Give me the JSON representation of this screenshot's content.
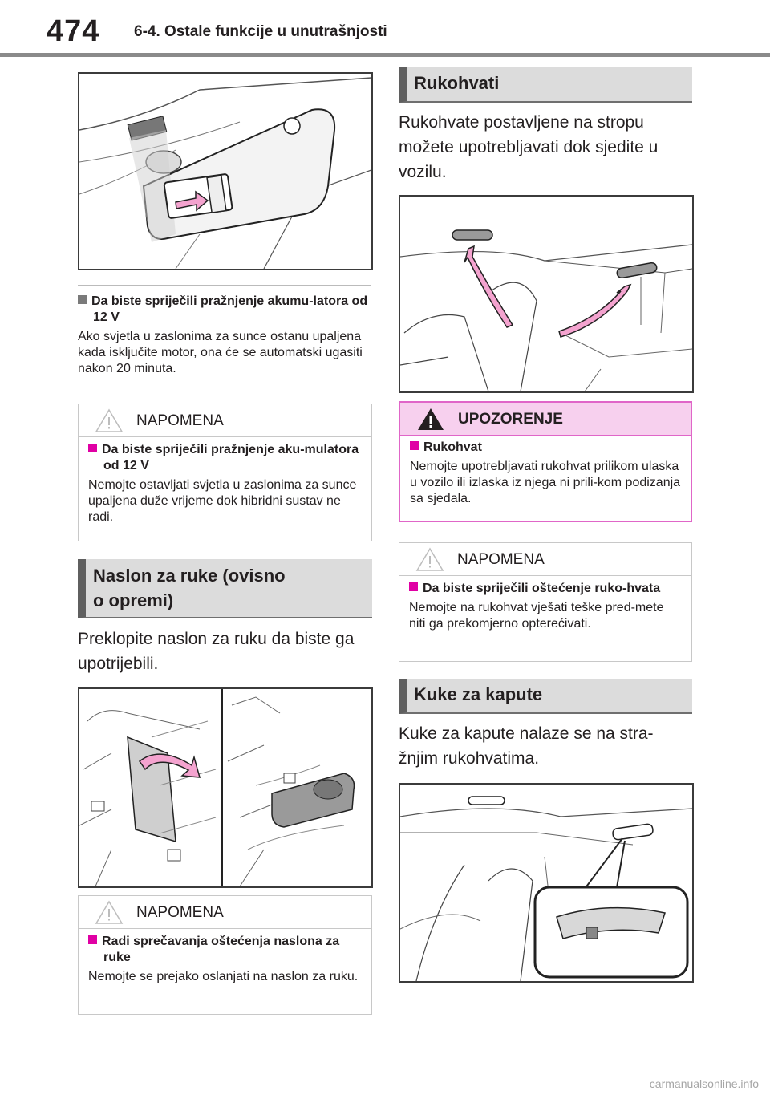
{
  "header": {
    "page_number": "474",
    "chapter": "6-4. Ostale funkcije u unutrašnjosti"
  },
  "left": {
    "note_sun_visor": {
      "title": "Da biste spriječili pražnjenje akumu-latora od 12 V",
      "text": "Ako svjetla u zaslonima za sunce ostanu upaljena kada isključite motor, ona će se automatski ugasiti nakon 20 minuta."
    },
    "notice1": {
      "label": "NAPOMENA",
      "title": "Da biste spriječili pražnjenje aku-mulatora od 12 V",
      "text": "Nemojte ostavljati svjetla u zaslonima za sunce upaljena duže vrijeme dok hibridni sustav ne radi."
    },
    "armrest_section": {
      "heading_line1": "Naslon za ruke (ovisno",
      "heading_line2": "o opremi)",
      "text": "Preklopite naslon za ruku da biste ga upotrijebili."
    },
    "notice2": {
      "label": "NAPOMENA",
      "title": "Radi sprečavanja oštećenja naslona za ruke",
      "text": "Nemojte se prejako oslanjati na naslon za ruku."
    }
  },
  "right": {
    "grip_section": {
      "heading": "Rukohvati",
      "text": "Rukohvate postavljene na stropu možete upotrebljavati dok sjedite u vozilu."
    },
    "warning": {
      "label": "UPOZORENJE",
      "title": "Rukohvat",
      "text": "Nemojte upotrebljavati rukohvat prilikom ulaska u vozilo ili izlaska iz njega ni prili-kom podizanja sa sjedala."
    },
    "notice3": {
      "label": "NAPOMENA",
      "title": "Da biste spriječili oštećenje ruko-hvata",
      "text": "Nemojte na rukohvat vješati teške pred-mete niti ga prekomjerno opterećivati."
    },
    "hooks_section": {
      "heading": "Kuke za kapute",
      "text": "Kuke za kapute nalaze se na stra-žnjim rukohvatima."
    }
  },
  "footer": {
    "watermark": "carmanualsonline.info"
  },
  "colors": {
    "accent_pink": "#e000a4",
    "warning_bg": "#f7d0ee",
    "heading_bg": "#dcdcdc"
  }
}
